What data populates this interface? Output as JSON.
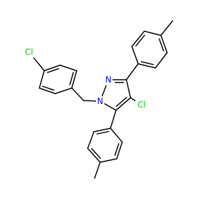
{
  "molecule": {
    "colors": {
      "bond": "#000000",
      "nitrogen": "#0000ff",
      "chlorine": "#00cc00"
    },
    "labels": {
      "cl_benzyl": "Cl",
      "n1": "N",
      "n2": "N",
      "cl_ring": "Cl"
    }
  }
}
